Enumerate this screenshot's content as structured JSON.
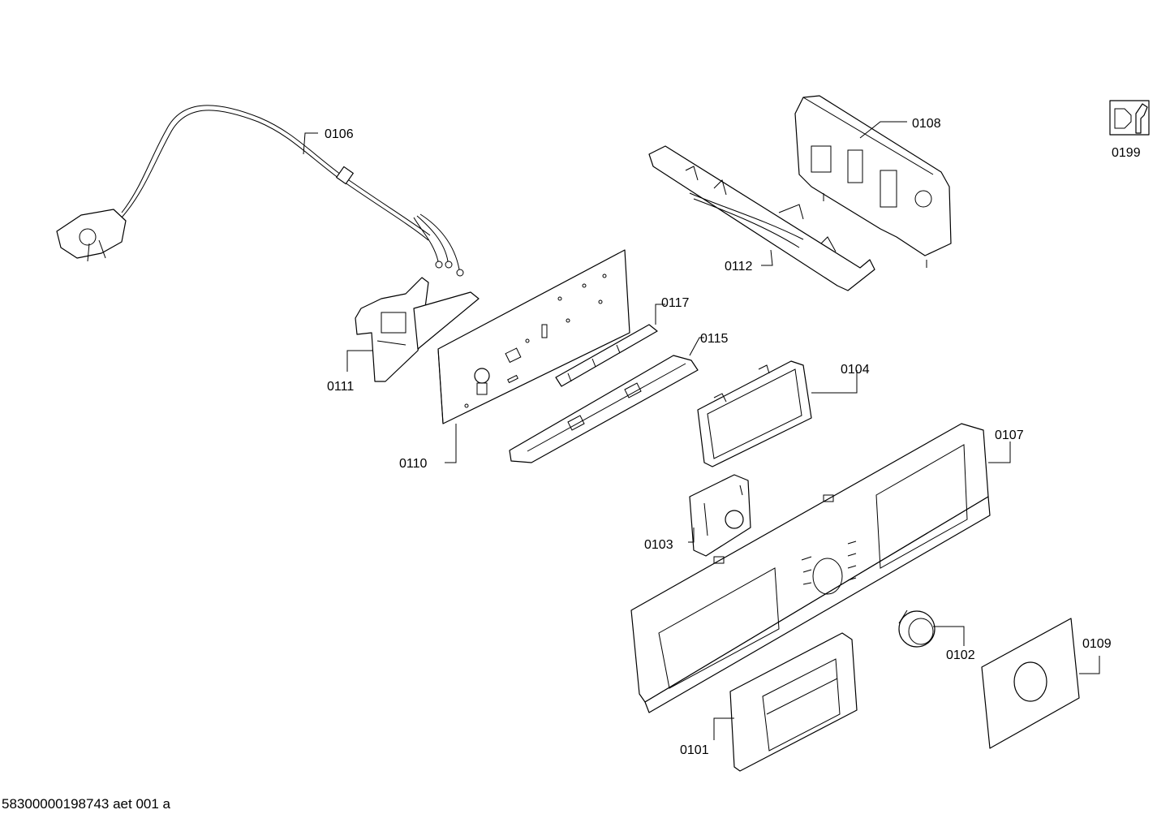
{
  "parts": [
    {
      "id": "p0101",
      "label": "0101"
    },
    {
      "id": "p0102",
      "label": "0102"
    },
    {
      "id": "p0103",
      "label": "0103"
    },
    {
      "id": "p0104",
      "label": "0104"
    },
    {
      "id": "p0106",
      "label": "0106"
    },
    {
      "id": "p0107",
      "label": "0107"
    },
    {
      "id": "p0108",
      "label": "0108"
    },
    {
      "id": "p0109",
      "label": "0109"
    },
    {
      "id": "p0110",
      "label": "0110"
    },
    {
      "id": "p0111",
      "label": "0111"
    },
    {
      "id": "p0112",
      "label": "0112"
    },
    {
      "id": "p0115",
      "label": "0115"
    },
    {
      "id": "p0117",
      "label": "0117"
    },
    {
      "id": "p0199",
      "label": "0199"
    }
  ],
  "service_icon": {
    "icon": "wrench-icon",
    "label": "0199"
  },
  "footer": {
    "drawing_number": "58300000198743 aet 001 a"
  }
}
